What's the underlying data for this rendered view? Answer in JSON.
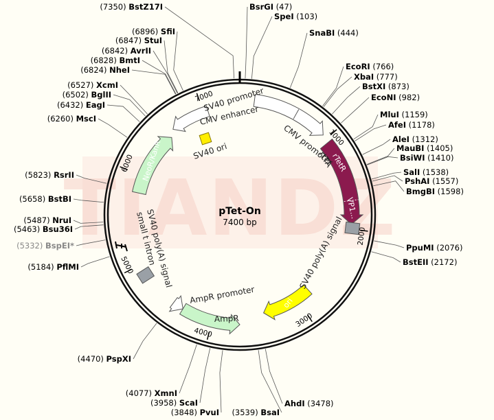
{
  "plasmid": {
    "name": "pTet-On",
    "size_label": "7400 bp",
    "length": 7400
  },
  "watermark": "TIANDZ",
  "colors": {
    "backbone": "#111111",
    "promoter": "#ffffff",
    "cds_green": "#c9f5c9",
    "rtetr": "#8b1a4e",
    "ori_yellow": "#ffff00",
    "sv40ori": "#ffee00",
    "polyA": "#9aa0a6"
  },
  "ticks": [
    {
      "pos": 1000,
      "label": "1000"
    },
    {
      "pos": 2000,
      "label": "2000"
    },
    {
      "pos": 3000,
      "label": "3000"
    },
    {
      "pos": 4000,
      "label": "4000"
    },
    {
      "pos": 5000,
      "label": "5000"
    },
    {
      "pos": 6000,
      "label": "6000"
    },
    {
      "pos": 7000,
      "label": "7000"
    }
  ],
  "sites": [
    {
      "name": "BstZ17I",
      "pos_label": "(7350)",
      "pos": 7350,
      "side": "left"
    },
    {
      "name": "BsrGI",
      "pos_label": "(47)",
      "pos": 47,
      "side": "right"
    },
    {
      "name": "SpeI",
      "pos_label": "(103)",
      "pos": 103,
      "side": "right"
    },
    {
      "name": "SnaBI",
      "pos_label": "(444)",
      "pos": 444,
      "side": "right"
    },
    {
      "name": "EcoRI",
      "pos_label": "(766)",
      "pos": 766,
      "side": "right"
    },
    {
      "name": "XbaI",
      "pos_label": "(777)",
      "pos": 777,
      "side": "right"
    },
    {
      "name": "BstXI",
      "pos_label": "(873)",
      "pos": 873,
      "side": "right"
    },
    {
      "name": "EcoNI",
      "pos_label": "(982)",
      "pos": 982,
      "side": "right"
    },
    {
      "name": "MluI",
      "pos_label": "(1159)",
      "pos": 1159,
      "side": "right"
    },
    {
      "name": "AfeI",
      "pos_label": "(1178)",
      "pos": 1178,
      "side": "right"
    },
    {
      "name": "AleI",
      "pos_label": "(1312)",
      "pos": 1312,
      "side": "right"
    },
    {
      "name": "MauBI",
      "pos_label": "(1405)",
      "pos": 1405,
      "side": "right"
    },
    {
      "name": "BsiWI",
      "pos_label": "(1410)",
      "pos": 1410,
      "side": "right"
    },
    {
      "name": "SalI",
      "pos_label": "(1538)",
      "pos": 1538,
      "side": "right"
    },
    {
      "name": "PshAI",
      "pos_label": "(1557)",
      "pos": 1557,
      "side": "right"
    },
    {
      "name": "BmgBI",
      "pos_label": "(1598)",
      "pos": 1598,
      "side": "right"
    },
    {
      "name": "PpuMI",
      "pos_label": "(2076)",
      "pos": 2076,
      "side": "right"
    },
    {
      "name": "BstEII",
      "pos_label": "(2172)",
      "pos": 2172,
      "side": "right"
    },
    {
      "name": "AhdI",
      "pos_label": "(3478)",
      "pos": 3478,
      "side": "right"
    },
    {
      "name": "BsaI",
      "pos_label": "(3539)",
      "pos": 3539,
      "side": "left"
    },
    {
      "name": "PvuI",
      "pos_label": "(3848)",
      "pos": 3848,
      "side": "left"
    },
    {
      "name": "ScaI",
      "pos_label": "(3958)",
      "pos": 3958,
      "side": "left"
    },
    {
      "name": "XmnI",
      "pos_label": "(4077)",
      "pos": 4077,
      "side": "left"
    },
    {
      "name": "PspXI",
      "pos_label": "(4470)",
      "pos": 4470,
      "side": "left"
    },
    {
      "name": "PflMI",
      "pos_label": "(5184)",
      "pos": 5184,
      "side": "left"
    },
    {
      "name": "BspEI*",
      "pos_label": "(5332)",
      "pos": 5332,
      "side": "left",
      "gray": true
    },
    {
      "name": "Bsu36I",
      "pos_label": "(5463)",
      "pos": 5463,
      "side": "left"
    },
    {
      "name": "NruI",
      "pos_label": "(5487)",
      "pos": 5487,
      "side": "left"
    },
    {
      "name": "BstBI",
      "pos_label": "(5658)",
      "pos": 5658,
      "side": "left"
    },
    {
      "name": "RsrII",
      "pos_label": "(5823)",
      "pos": 5823,
      "side": "left"
    },
    {
      "name": "MscI",
      "pos_label": "(6260)",
      "pos": 6260,
      "side": "left"
    },
    {
      "name": "EagI",
      "pos_label": "(6432)",
      "pos": 6432,
      "side": "left"
    },
    {
      "name": "BglII",
      "pos_label": "(6502)",
      "pos": 6502,
      "side": "left"
    },
    {
      "name": "XcmI",
      "pos_label": "(6527)",
      "pos": 6527,
      "side": "left"
    },
    {
      "name": "NheI",
      "pos_label": "(6824)",
      "pos": 6824,
      "side": "left"
    },
    {
      "name": "BmtI",
      "pos_label": "(6828)",
      "pos": 6828,
      "side": "left"
    },
    {
      "name": "AvrII",
      "pos_label": "(6842)",
      "pos": 6842,
      "side": "left"
    },
    {
      "name": "StuI",
      "pos_label": "(6847)",
      "pos": 6847,
      "side": "left"
    },
    {
      "name": "SfiI",
      "pos_label": "(6896)",
      "pos": 6896,
      "side": "left"
    }
  ],
  "features": [
    {
      "id": "cmv",
      "label": "CMV enhancer",
      "label2": "CMV promoter"
    },
    {
      "id": "rtetr",
      "label": "rTetR",
      "label2": "rtTA"
    },
    {
      "id": "vp16",
      "label": "VP1..."
    },
    {
      "id": "sv40polyA1",
      "label": "SV40 poly(A) signal"
    },
    {
      "id": "ori",
      "label": "ori"
    },
    {
      "id": "amprprom",
      "label": "AmpR promoter"
    },
    {
      "id": "ampr",
      "label": "AmpR"
    },
    {
      "id": "sv40polyA2",
      "label": "SV40 poly(A) signal",
      "label2": "small t intron"
    },
    {
      "id": "neo",
      "label": "NeoR/KanR"
    },
    {
      "id": "sv40prom",
      "label": "SV40 promoter"
    },
    {
      "id": "sv40ori",
      "label": "SV40 ori"
    }
  ]
}
